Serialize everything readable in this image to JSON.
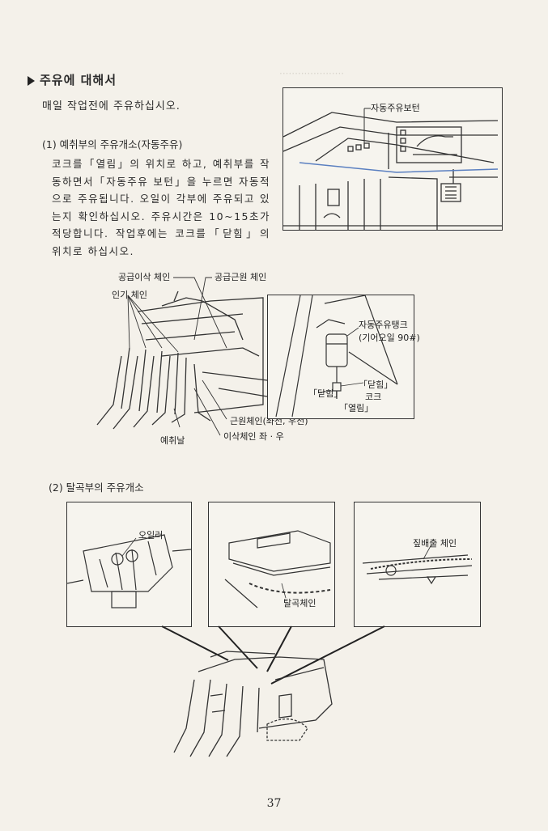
{
  "heading": "주유에 대해서",
  "intro": "매일 작업전에 주유하십시오.",
  "section1": {
    "title": "(1) 예취부의 주유개소(자동주유)",
    "paragraph": "코크를「열림」의 위치로 하고, 예취부를 작동하면서「자동주유 보턴」을 누르면 자동적으로 주유됩니다. 오일이 각부에 주유되고 있는지 확인하십시오. 주유시간은 10~15초가 적당합니다. 작업후에는 코크를「닫힘」의 위치로 하십시오."
  },
  "figure_top": {
    "label_button": "자동주유보턴"
  },
  "figure_reaper": {
    "label_supply_move_chain": "공급이삭 체인",
    "label_supply_root_chain": "공급근원 체인",
    "label_lift_chain": "인기 체인",
    "label_root_chain": "근원체인(좌전, 우전)",
    "label_ear_chain": "이삭체인 좌 · 우",
    "label_blade": "예취날"
  },
  "figure_tank": {
    "label_tank": "자동주유탱크",
    "label_oil": "(기어오일 90#)",
    "label_closed1": "「닫힘」",
    "label_closed2": "「닫힘」",
    "label_cock": "코크",
    "label_open": "「열림」"
  },
  "section2": {
    "title": "(2) 탈곡부의 주유개소"
  },
  "panels": {
    "oiler": "오일러",
    "thresh_chain": "탈곡체인",
    "straw_chain": "짚배출 체인"
  },
  "page_number": "37"
}
